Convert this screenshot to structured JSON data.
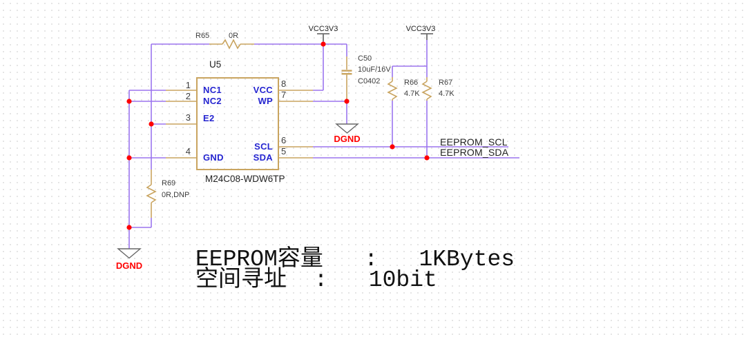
{
  "ic": {
    "refdes": "U5",
    "part_number": "M24C08-WDW6TP",
    "pins_left": [
      {
        "num": "1",
        "name": "NC1"
      },
      {
        "num": "2",
        "name": "NC2"
      },
      {
        "num": "3",
        "name": "E2"
      },
      {
        "num": "4",
        "name": "GND"
      }
    ],
    "pins_right": [
      {
        "num": "8",
        "name": "VCC"
      },
      {
        "num": "7",
        "name": "WP"
      },
      {
        "num": "6",
        "name": "SCL"
      },
      {
        "num": "5",
        "name": "SDA"
      }
    ]
  },
  "components": {
    "r65": {
      "refdes": "R65",
      "value": "0R"
    },
    "r66": {
      "refdes": "R66",
      "value": "4.7K"
    },
    "r67": {
      "refdes": "R67",
      "value": "4.7K"
    },
    "r69": {
      "refdes": "R69",
      "value": "0R,DNP"
    },
    "c50": {
      "refdes": "C50",
      "value": "10uF/16V",
      "package": "C0402"
    }
  },
  "power": {
    "vcc": "VCC3V3",
    "gnd": "DGND"
  },
  "nets": {
    "scl": "EEPROM_SCL",
    "sda": "EEPROM_SDA"
  },
  "notes": {
    "line1": "EEPROM容量   :   1KBytes",
    "line2": "空间寻址  :   10bit"
  },
  "colors": {
    "wire": "#9B74EE",
    "part": "#C9A45F",
    "pinname": "#2525D0",
    "junction": "#FF0000",
    "gndtext": "#FF0000",
    "ink": "#1F1F1F",
    "faded": "#3C3C3C"
  }
}
